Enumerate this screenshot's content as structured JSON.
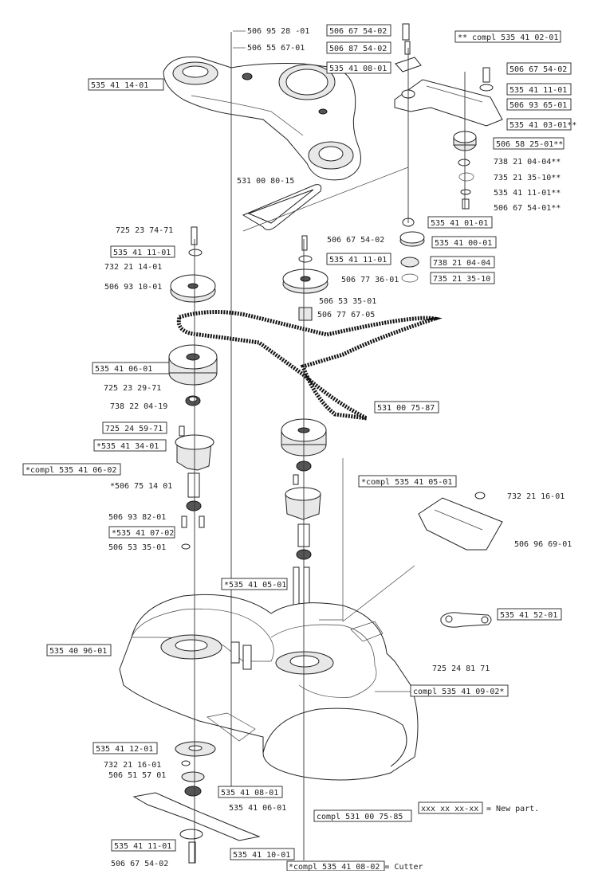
{
  "header_note": "** compl 535 41 02-01",
  "new_part_note": {
    "code": "xxx xx xx-xx",
    "text": "= New part."
  },
  "labels": {
    "p01": "506 95 28 -01",
    "p02": "506 55 67-01",
    "p03": "535 41 14-01",
    "p04": "531 00 80-15",
    "p05": "506 67 54-02",
    "p06": "506 87 54-02",
    "p07": "535 41 08-01",
    "p08": "535 41 11-01",
    "p09": "506 93 65-01",
    "p10": "535 41 03-01**",
    "p11": "506 58 25-01**",
    "p12": "738 21 04-04**",
    "p13": "735 21 35-10**",
    "p14": "535 41 11-01**",
    "p15": "506 67 54-01**",
    "p16": "535 41 01-01",
    "p17": "535 41 00-01",
    "p18": "738 21 04-04",
    "p19": "735 21 35-10",
    "p20": "725 23 74-71",
    "p21": "535 41 11-01",
    "p22": "732 21 14-01",
    "p23": "506 93 10-01",
    "p24": "506 67 54-02",
    "p25": "535 41 11-01",
    "p26": "506 77 36-01",
    "p27": "506 53 35-01",
    "p28": "506 77 67-05",
    "p29": "535 41 06-01",
    "p30": "725 23 29-71",
    "p31": "738 22 04-19",
    "p32": "531 00 75-87",
    "p33": "725 24 59-71",
    "p34": "*535 41 34-01",
    "p35": "*compl 535 41 06-02",
    "p36": "*compl 535 41 05-01",
    "p37": "*506 75 14 01",
    "p38": "506 93 82-01",
    "p39": "*535 41 07-02",
    "p40": "506 53 35-01",
    "p41": "*535 41 05-01",
    "p42": "732 21 16-01",
    "p43": "506 96 69-01",
    "p44": "535 41 52-01",
    "p45": "535 40 96-01",
    "p46": "725 24 81 71",
    "p47": "compl 535 41 09-02*",
    "p48": "535 41 12-01",
    "p49": "732 21 16-01",
    "p50": "506 51 57 01",
    "p51": "535 41 08-01",
    "p52": "535 41 06-01",
    "p53": "compl 531 00 75-85",
    "p54": "535 41 11-01",
    "p55": "535 41 10-01",
    "p56": "506 67 54-02",
    "p57": "*compl 535 41 08-02 = Cutter"
  }
}
